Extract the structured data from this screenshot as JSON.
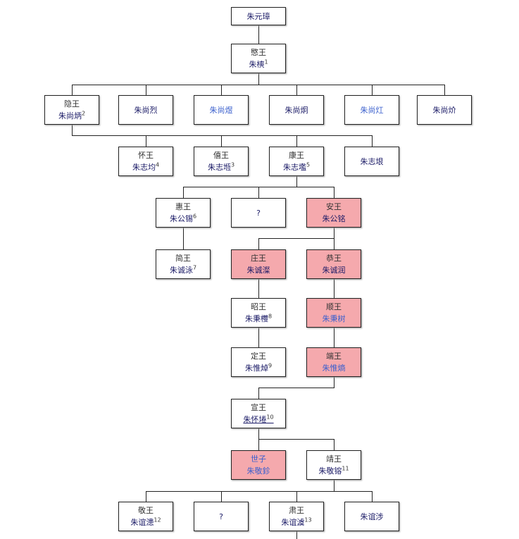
{
  "nodes": [
    {
      "id": "n0",
      "title": "",
      "name": "朱元璋",
      "sup": ""
    },
    {
      "id": "n1",
      "title": "愍王",
      "name": "朱樉",
      "sup": "1"
    },
    {
      "id": "n2",
      "title": "隐王",
      "name": "朱尚炳",
      "sup": "2"
    },
    {
      "id": "n3",
      "title": "",
      "name": "朱尚烈",
      "sup": ""
    },
    {
      "id": "n4",
      "title": "",
      "name": "朱尚煜",
      "sup": "",
      "link": true
    },
    {
      "id": "n5",
      "title": "",
      "name": "朱尚炯",
      "sup": ""
    },
    {
      "id": "n6",
      "title": "",
      "name": "朱尚灴",
      "sup": "",
      "link": true
    },
    {
      "id": "n7",
      "title": "",
      "name": "朱尚炌",
      "sup": ""
    },
    {
      "id": "n8",
      "title": "怀王",
      "name": "朱志均",
      "sup": "4"
    },
    {
      "id": "n9",
      "title": "僖王",
      "name": "朱志堩",
      "sup": "3"
    },
    {
      "id": "n10",
      "title": "康王",
      "name": "朱志壏",
      "sup": "5"
    },
    {
      "id": "n11",
      "title": "",
      "name": "朱志垠",
      "sup": ""
    },
    {
      "id": "n12",
      "title": "惠王",
      "name": "朱公锡",
      "sup": "6"
    },
    {
      "id": "n13",
      "title": "",
      "name": "?",
      "sup": ""
    },
    {
      "id": "n14",
      "title": "安王",
      "name": "朱公铭",
      "sup": "",
      "pink": true
    },
    {
      "id": "n15",
      "title": "简王",
      "name": "朱诚泳",
      "sup": "7"
    },
    {
      "id": "n16",
      "title": "庄王",
      "name": "朱诚澯",
      "sup": "",
      "pink": true
    },
    {
      "id": "n17",
      "title": "恭王",
      "name": "朱诚润",
      "sup": "",
      "pink": true
    },
    {
      "id": "n18",
      "title": "昭王",
      "name": "朱秉欆",
      "sup": "8"
    },
    {
      "id": "n19",
      "title": "顺王",
      "name": "朱秉树",
      "sup": "",
      "pink": true,
      "link": true
    },
    {
      "id": "n20",
      "title": "定王",
      "name": "朱惟焯",
      "sup": "9"
    },
    {
      "id": "n21",
      "title": "端王",
      "name": "朱惟熵",
      "sup": "",
      "pink": true,
      "link": true
    },
    {
      "id": "n22",
      "title": "宣王",
      "name": "朱怀埢",
      "sup": "10",
      "under": true
    },
    {
      "id": "n23",
      "title": "世子",
      "name": "朱敬鉁",
      "sup": "",
      "pink": true,
      "link": true,
      "titlelink": true
    },
    {
      "id": "n24",
      "title": "靖王",
      "name": "朱敬镕",
      "sup": "11"
    },
    {
      "id": "n25",
      "title": "敬王",
      "name": "朱谊漶",
      "sup": "12"
    },
    {
      "id": "n26",
      "title": "",
      "name": "?",
      "sup": ""
    },
    {
      "id": "n27",
      "title": "肃王",
      "name": "朱谊澞",
      "sup": "13"
    },
    {
      "id": "n28",
      "title": "",
      "name": "朱谊涉",
      "sup": ""
    }
  ],
  "colors": {
    "highlight": "#f5a9ad",
    "name": "#1a1a66",
    "link": "#3a5fcd"
  }
}
